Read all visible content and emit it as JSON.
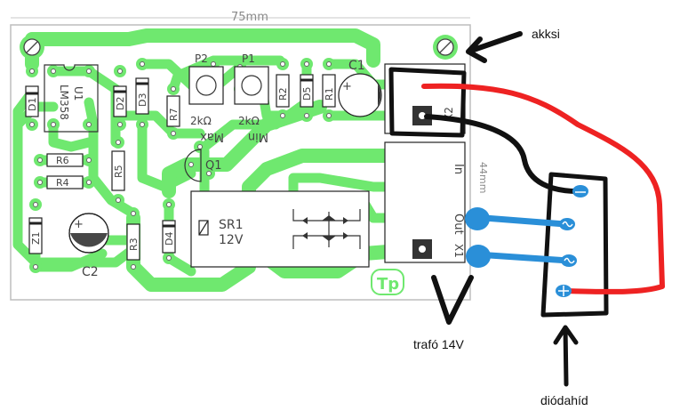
{
  "board": {
    "width_label": "75mm",
    "height_label": "44mm",
    "logo": "Tp"
  },
  "components": {
    "u1": "U1",
    "lm358": "LM358",
    "d1": "D1",
    "d2": "D2",
    "d3": "D3",
    "d4": "D4",
    "d5": "D5",
    "r1": "R1",
    "r2": "R2",
    "r3": "R3",
    "r4": "R4",
    "r5": "R5",
    "r6": "R6",
    "r7": "R7",
    "p1": "P1",
    "p2": "P2",
    "p1_value": "2kΩ",
    "p2_value": "2kΩ",
    "min": "Min",
    "max": "Max",
    "c1": "C1",
    "c2": "C2",
    "q1": "Q1",
    "z1": "Z1",
    "relay": "SR1",
    "relay_voltage": "12V",
    "x1": "X1",
    "x2": "X2",
    "in": "In",
    "out": "Out"
  },
  "annotations": {
    "battery": "akksi",
    "transformer": "trafó 14V",
    "bridge": "diódahíd"
  },
  "colors": {
    "track": "#6fe86f",
    "positive_wire": "#ee2222",
    "negative_wire": "#111111",
    "ac_wire": "#2a8fd8"
  }
}
